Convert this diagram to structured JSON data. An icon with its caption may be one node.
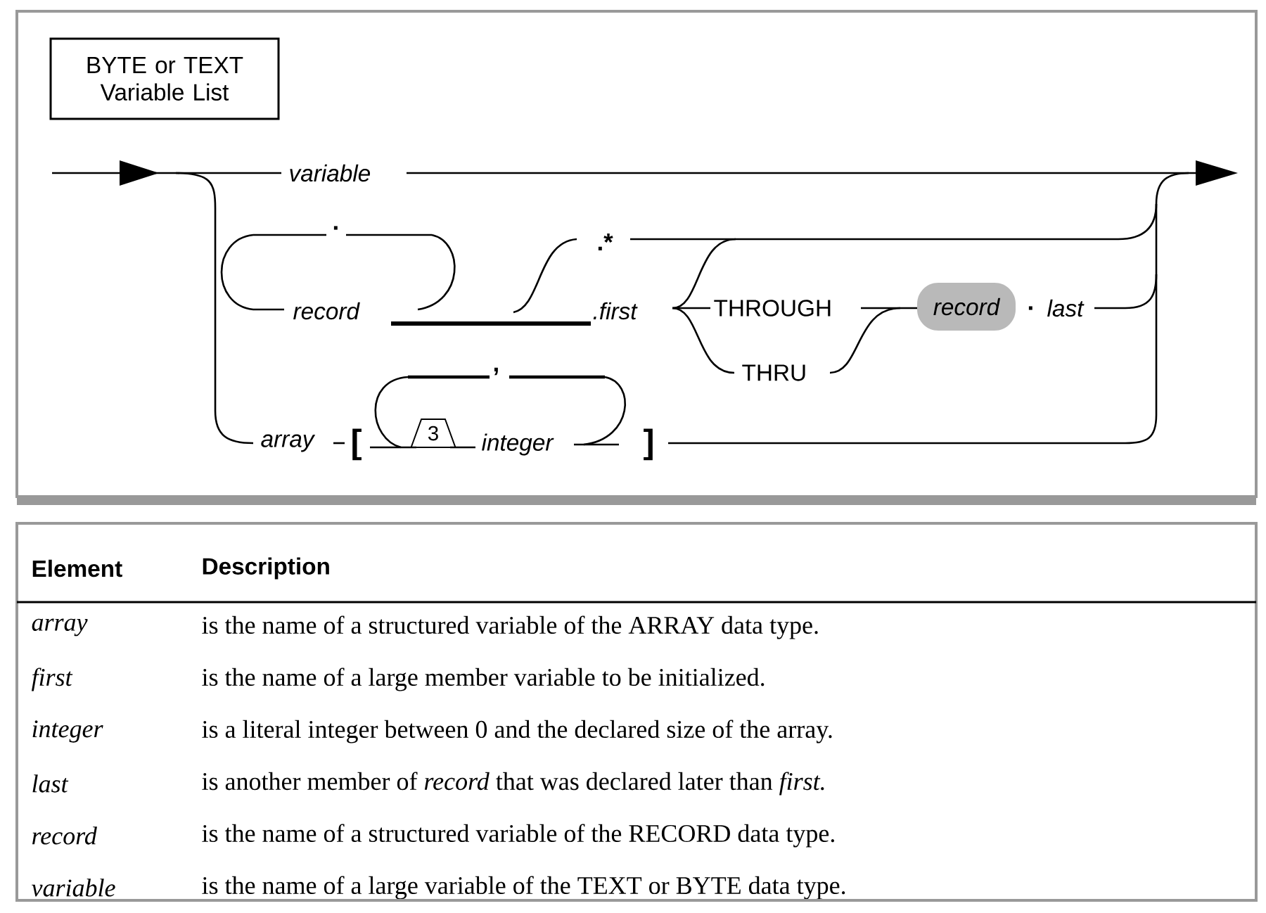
{
  "diagram": {
    "nodes": [
      {
        "text": [
          "BYTE or TEXT Variable List"
        ]
      },
      {
        "text": [
          "record"
        ]
      },
      {
        "text": [
          "3"
        ]
      }
    ],
    "labels": [
      "variable",
      ".",
      "record",
      ".*",
      ".first",
      "THROUGH",
      ".",
      "last",
      "THRU",
      "array",
      "[",
      ",",
      "integer",
      "]",
      "Element",
      "Description",
      "array",
      "is the name of a structured variable of the ARRAY data type.",
      "first",
      "is the name of a large member variable to be initialized.",
      "integer",
      "is a literal integer between 0 and the declared size of the array.",
      "last",
      "is another member of *record* that was declared later than *first.*",
      "record",
      "is the name of a structured variable of the RECORD data type.",
      "variable",
      "is the name of a large variable of the TEXT or BYTE data type."
    ]
  }
}
